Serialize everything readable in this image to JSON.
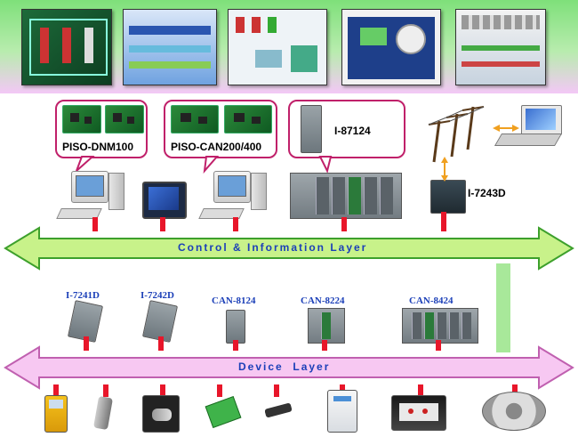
{
  "cards": [
    {
      "label": "PISO-DNM100"
    },
    {
      "label": "PISO-CAN200/400"
    },
    {
      "label": "I-87124"
    }
  ],
  "module_label": "I-7243D",
  "control_layer": {
    "label": "Control & Information Layer",
    "fill": "#c8f28a",
    "stroke": "#3da02c"
  },
  "device_layer": {
    "label": "Device  Layer",
    "fill": "#f7c8f2",
    "stroke": "#c060b0"
  },
  "device_modules": [
    {
      "label": "I-7241D"
    },
    {
      "label": "I-7242D"
    },
    {
      "label": "CAN-8124"
    },
    {
      "label": "CAN-8224"
    },
    {
      "label": "CAN-8424"
    }
  ],
  "colors": {
    "connector": "#e8162a",
    "vertical_link": "#a8e89a",
    "callout_border": "#c0206a",
    "label_blue": "#1b3fb8"
  }
}
